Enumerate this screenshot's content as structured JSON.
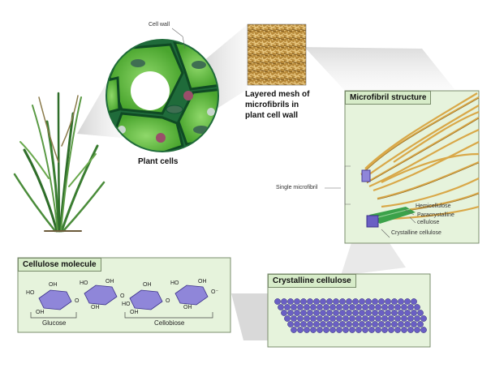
{
  "labels": {
    "cell_wall": "Cell wall",
    "plant_cells": "Plant cells",
    "mesh": [
      "Layered mesh of",
      "microfibrils in",
      "plant cell wall"
    ],
    "microfibril_structure": "Microfibril structure",
    "single_microfibril": "Single microfibril",
    "hemicellulose": "Hemicellulose",
    "paracrystalline": [
      "Paracrystalline",
      "cellulose"
    ],
    "crystalline_callout": "Crystalline cellulose",
    "cellulose_molecule": "Cellulose molecule",
    "crystalline_cellulose": "Crystalline cellulose",
    "glucose": "Glucose",
    "cellobiose": "Cellobiose"
  },
  "chem": {
    "ho": "HO",
    "oh": "OH",
    "o": "O",
    "o_end": "O⁻"
  },
  "colors": {
    "cell_green": "#5fbf3a",
    "wall_dark": "#1f6b3a",
    "box_green": "#e6f3dc",
    "fibril_gold": "#d9a848",
    "crystal_purple": "#6a5fc4"
  }
}
